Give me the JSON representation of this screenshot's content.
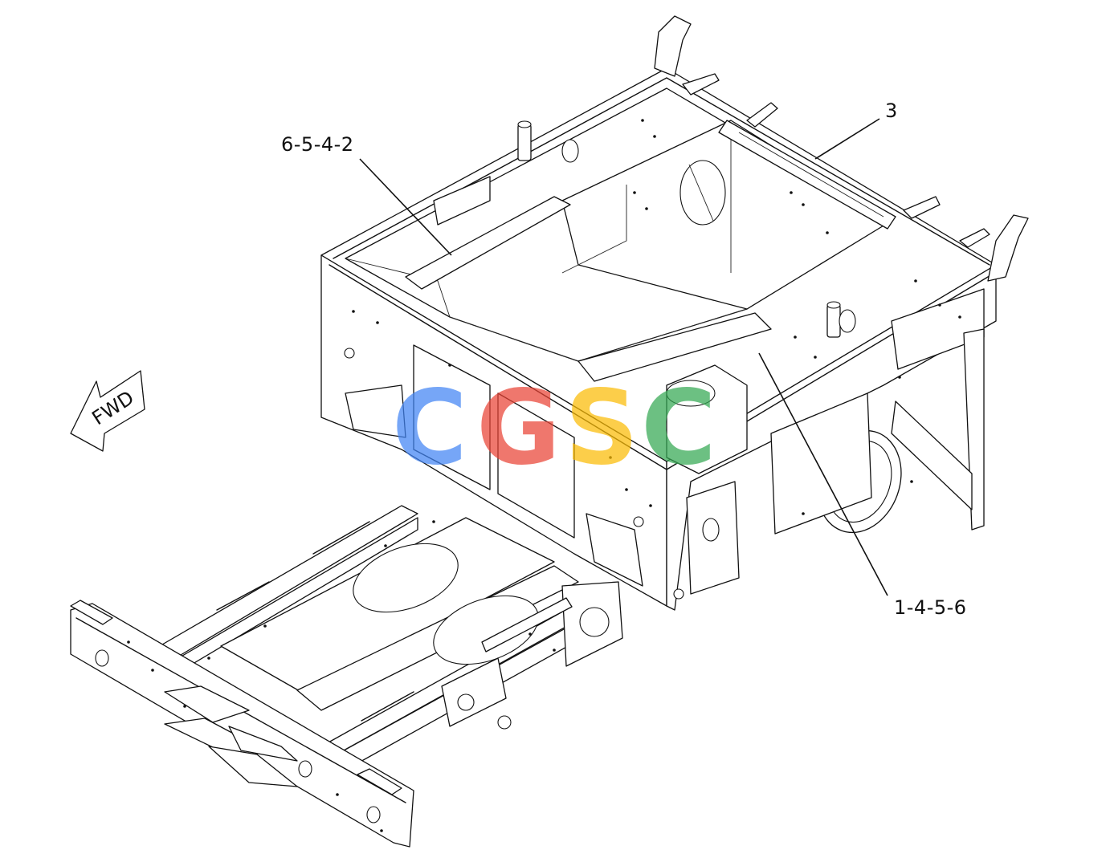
{
  "callouts": [
    {
      "id": "c1",
      "text": "6-5-4-2"
    },
    {
      "id": "c2",
      "text": "3"
    },
    {
      "id": "c3",
      "text": "1-4-5-6"
    }
  ],
  "direction_arrow": {
    "text": "FWD"
  },
  "watermark": {
    "letters": [
      "C",
      "G",
      "S",
      "C"
    ],
    "colors": [
      "#4285F4",
      "#EA4335",
      "#FBBC05",
      "#34A853"
    ]
  }
}
